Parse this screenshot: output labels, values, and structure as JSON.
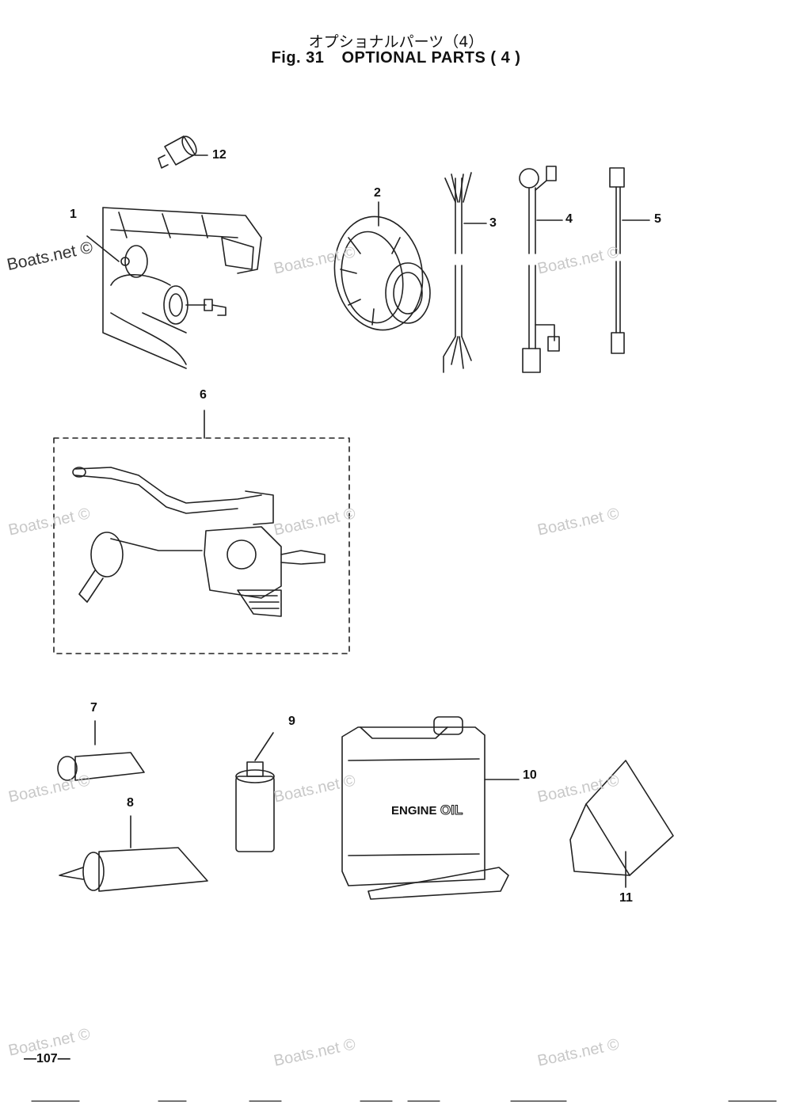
{
  "header": {
    "title_jp": "オプショナルパーツ（4）",
    "fig_label": "Fig. 31",
    "title_en": "OPTIONAL PARTS ( 4 )"
  },
  "callouts": [
    "1",
    "2",
    "3",
    "4",
    "5",
    "6",
    "7",
    "8",
    "9",
    "10",
    "11",
    "12"
  ],
  "product_label": {
    "prefix": "ENGINE",
    "suffix": "OIL"
  },
  "watermark_text": "Boats.net ©",
  "page_number": "—107—"
}
